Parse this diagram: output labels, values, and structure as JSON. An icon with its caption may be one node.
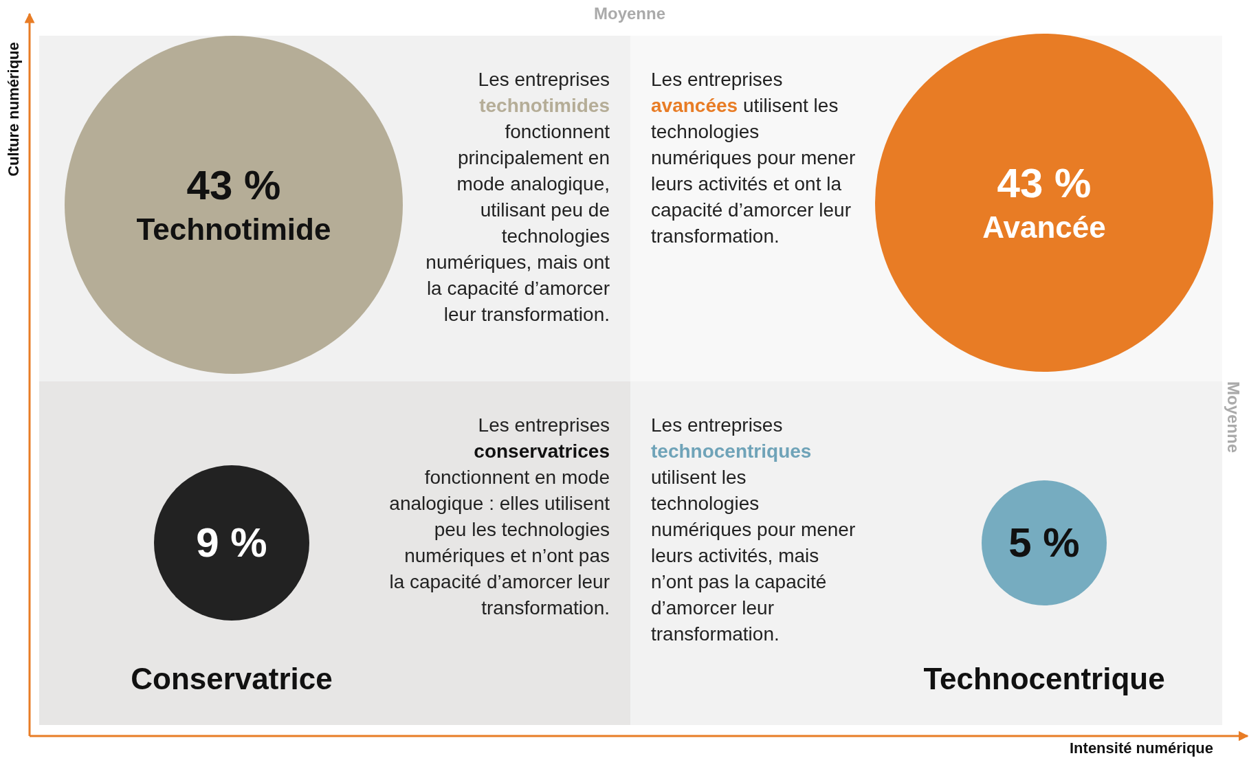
{
  "diagram": {
    "nodes": [
      {
        "text": [
          "Les entreprises **technotimides** fonctionnent principalement en mode analogique, utilisant peu de technologies numériques, mais ont la capacité d’amorcer leur transformation."
        ]
      },
      {
        "text": [
          "43 %",
          "Technotimide"
        ],
        "in": 0
      },
      {
        "text": [
          "Les entreprises **avancées** utilisent les technologies numériques pour mener leurs activités et ont la capacité d’amorcer leur transformation."
        ]
      },
      {
        "text": [
          "43 %",
          "Avancée"
        ],
        "in": 2
      },
      {
        "text": [
          "Les entreprises **conservatrices** fonctionnent en mode analogique : elles utilisent peu les technologies numériques et n’ont pas la capacité d’amorcer leur transformation."
        ]
      },
      {
        "text": [
          "9 %",
          "Conservatrice"
        ],
        "in": 4
      },
      {
        "text": [
          "Les entreprises **technocentriques** utilisent les technologies numériques pour mener leurs activités, mais n’ont pas la capacité d’amorcer leur transformation."
        ]
      },
      {
        "text": [
          "5 %",
          "Technocentrique"
        ],
        "in": 6
      }
    ],
    "edges": [],
    "labels": [
      "Moyenne",
      "Culture numérique",
      "Moyenne",
      "Intensité numérique"
    ]
  }
}
